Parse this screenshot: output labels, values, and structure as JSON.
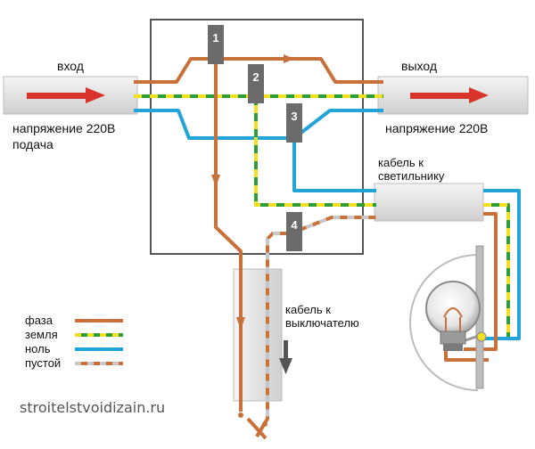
{
  "labels": {
    "input_title": "вход",
    "input_voltage": "напряжение 220В",
    "input_feed": "подача",
    "output_title": "выход",
    "output_voltage": "напряжение 220В",
    "lamp_cable_line1": "кабель к",
    "lamp_cable_line2": "светильнику",
    "switch_cable_line1": "кабель к",
    "switch_cable_line2": "выключателю",
    "watermark": "stroitelstvoidizain.ru"
  },
  "terminals": [
    "1",
    "2",
    "3",
    "4"
  ],
  "legend": [
    {
      "label": "фаза",
      "kind": "phase"
    },
    {
      "label": "земля",
      "kind": "ground"
    },
    {
      "label": "ноль",
      "kind": "neutral"
    },
    {
      "label": "пустой",
      "kind": "spare"
    }
  ],
  "colors": {
    "phase": "#c8713a",
    "ground_green": "#2e9e3a",
    "ground_yellow": "#f0e020",
    "neutral": "#22a4d8",
    "spare_gray": "#c8c8c8",
    "arrow_red": "#d9342b",
    "box_border": "#555555",
    "terminal": "#6b6b6b"
  }
}
